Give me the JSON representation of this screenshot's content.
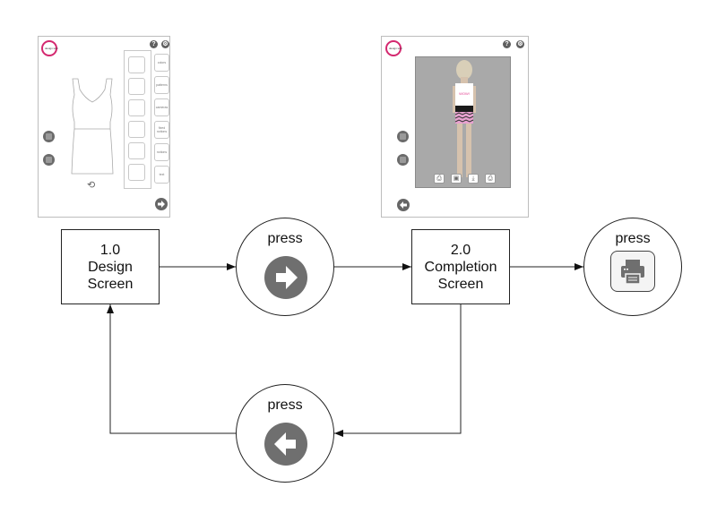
{
  "design_screen_thumb": {
    "logo_text": "design tool",
    "top_icons": [
      "help-icon",
      "settings-icon"
    ],
    "top_icon_glyphs": [
      "?",
      "⚙"
    ],
    "categories": [
      "colors",
      "patterns",
      "cameras",
      "fixed notions",
      "notions",
      "text"
    ],
    "slot_count": 6,
    "rotate_glyph": "⟲",
    "next_glyph": "➡"
  },
  "completion_screen_thumb": {
    "logo_text": "design tool",
    "top_icon_glyphs": [
      "?",
      "⚙"
    ],
    "shirt_text": "WOW!",
    "toolbar": [
      "share-icon",
      "save-icon",
      "download-icon",
      "print-icon"
    ],
    "toolbar_glyphs": [
      "⎙",
      "▣",
      "⤓",
      "⎙"
    ],
    "back_glyph": "⬅"
  },
  "diagram": {
    "nodes": [
      {
        "id": "design",
        "type": "process",
        "lines": [
          "1.0",
          "Design",
          "Screen"
        ]
      },
      {
        "id": "press-next",
        "type": "action",
        "label": "press",
        "icon": "next-arrow-icon"
      },
      {
        "id": "completion",
        "type": "process",
        "lines": [
          "2.0",
          "Completion",
          "Screen"
        ]
      },
      {
        "id": "press-print",
        "type": "action",
        "label": "press",
        "icon": "print-icon"
      },
      {
        "id": "press-back",
        "type": "action",
        "label": "press",
        "icon": "back-arrow-icon"
      }
    ],
    "edges": [
      {
        "from": "design",
        "to": "press-next"
      },
      {
        "from": "press-next",
        "to": "completion"
      },
      {
        "from": "completion",
        "to": "press-print"
      },
      {
        "from": "completion",
        "to": "press-back"
      },
      {
        "from": "press-back",
        "to": "design"
      }
    ]
  },
  "colors": {
    "brand_pink": "#d4286f",
    "icon_gray": "#6f6f6f",
    "stage_gray": "#a9a9a9",
    "line": "#222222"
  }
}
